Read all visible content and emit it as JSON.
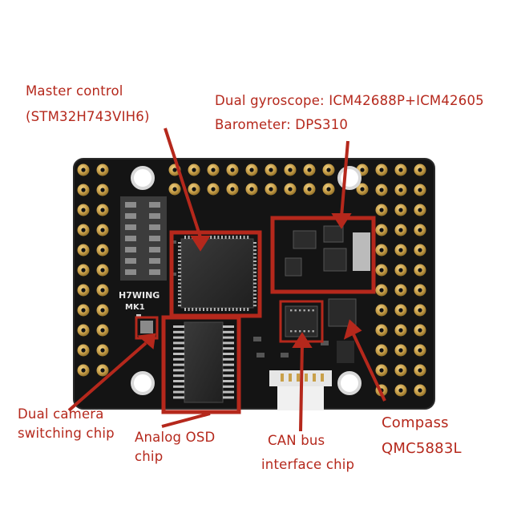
{
  "board": {
    "silkscreen_name": "H7WING",
    "silkscreen_rev": "MK1"
  },
  "annotations": {
    "master_control": {
      "line1": "Master control",
      "line2": "(STM32H743VIH6)"
    },
    "gyro": {
      "line1": "Dual gyroscope: ICM42688P+ICM42605",
      "line2": "Barometer: DPS310"
    },
    "dual_camera": {
      "line1": "Dual camera",
      "line2": "switching chip"
    },
    "analog_osd": {
      "line1": "Analog OSD",
      "line2": "chip"
    },
    "can_bus": {
      "line1": "CAN bus",
      "line2": "interface chip"
    },
    "compass": {
      "line1": "Compass",
      "line2": "QMC5883L"
    }
  },
  "colors": {
    "annotation": "#b5281c",
    "pcb": "#141414",
    "pad": "#c8a24a",
    "chip": "#2b2b2b"
  }
}
